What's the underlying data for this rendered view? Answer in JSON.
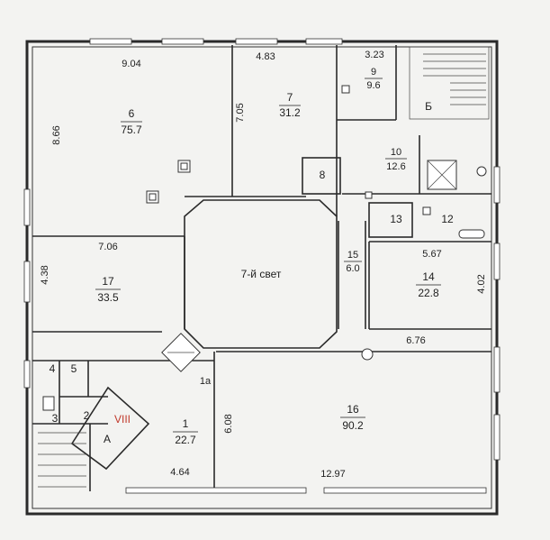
{
  "rooms": [
    {
      "id": "6",
      "num": "6",
      "area": "75.7",
      "dims": [
        "9.04",
        "8.66"
      ]
    },
    {
      "id": "7",
      "num": "7",
      "area": "31.2",
      "dims": [
        "4.83",
        "7.05"
      ]
    },
    {
      "id": "9",
      "num": "9",
      "area": "9.6",
      "dims": [
        "3.23"
      ]
    },
    {
      "id": "10",
      "num": "10",
      "area": "12.6"
    },
    {
      "id": "8",
      "num": "8"
    },
    {
      "id": "13",
      "num": "13"
    },
    {
      "id": "12",
      "num": "12"
    },
    {
      "id": "17",
      "num": "17",
      "area": "33.5",
      "dims": [
        "7.06",
        "4.38"
      ]
    },
    {
      "id": "15",
      "num": "15",
      "area": "6.0"
    },
    {
      "id": "14",
      "num": "14",
      "area": "22.8",
      "dims": [
        "5.67",
        "4.02"
      ]
    },
    {
      "id": "16",
      "num": "16",
      "area": "90.2",
      "dims": [
        "6.76",
        "12.97"
      ]
    },
    {
      "id": "1",
      "num": "1",
      "area": "22.7",
      "dims": [
        "4.64",
        "6.08"
      ]
    },
    {
      "id": "1a",
      "num": "1а"
    },
    {
      "id": "2",
      "num": "2"
    },
    {
      "id": "3",
      "num": "3"
    },
    {
      "id": "4",
      "num": "4"
    },
    {
      "id": "5",
      "num": "5"
    }
  ],
  "light_well": "7-й свет",
  "stair_labels": {
    "a": "А",
    "b": "Б"
  },
  "section_label": "VIII",
  "colors": {
    "wall": "#2a2a2a",
    "paper": "#f3f3f1",
    "accent": "#c0392b"
  }
}
